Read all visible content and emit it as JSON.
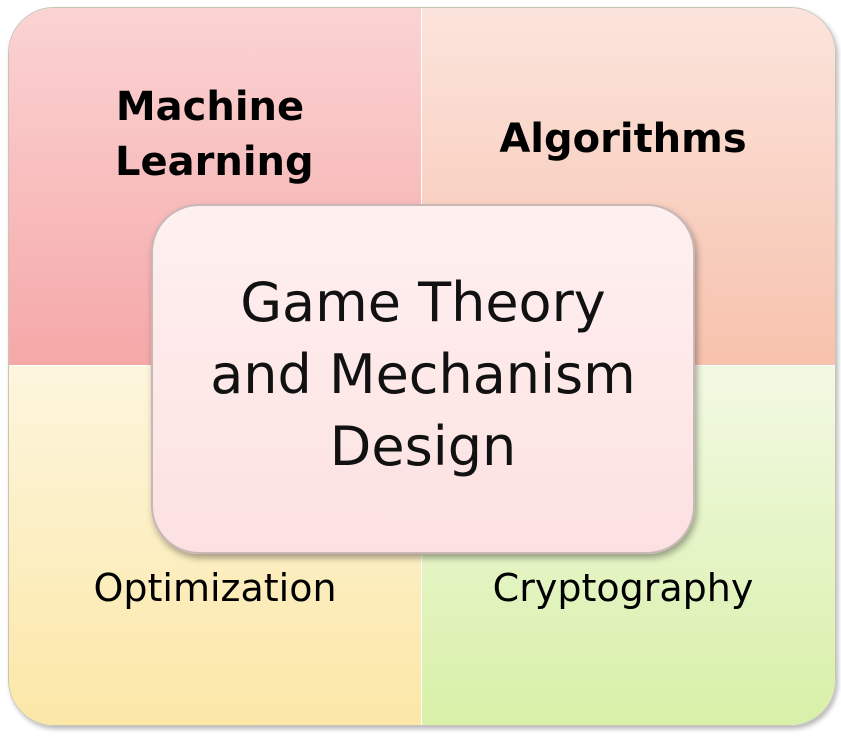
{
  "quadrants": {
    "top_left": {
      "lines": [
        "Machine",
        "Learning"
      ],
      "color": "#f5a8a8"
    },
    "top_right": {
      "label": "Algorithms",
      "color": "#f7c2ad"
    },
    "bottom_left": {
      "label": "Optimization",
      "color": "#fbe7a6"
    },
    "bottom_right": {
      "label": "Cryptography",
      "color": "#d8f0a8"
    }
  },
  "center": {
    "lines": [
      "Game Theory",
      "and Mechanism",
      "Design"
    ],
    "color": "#fce1e1"
  }
}
